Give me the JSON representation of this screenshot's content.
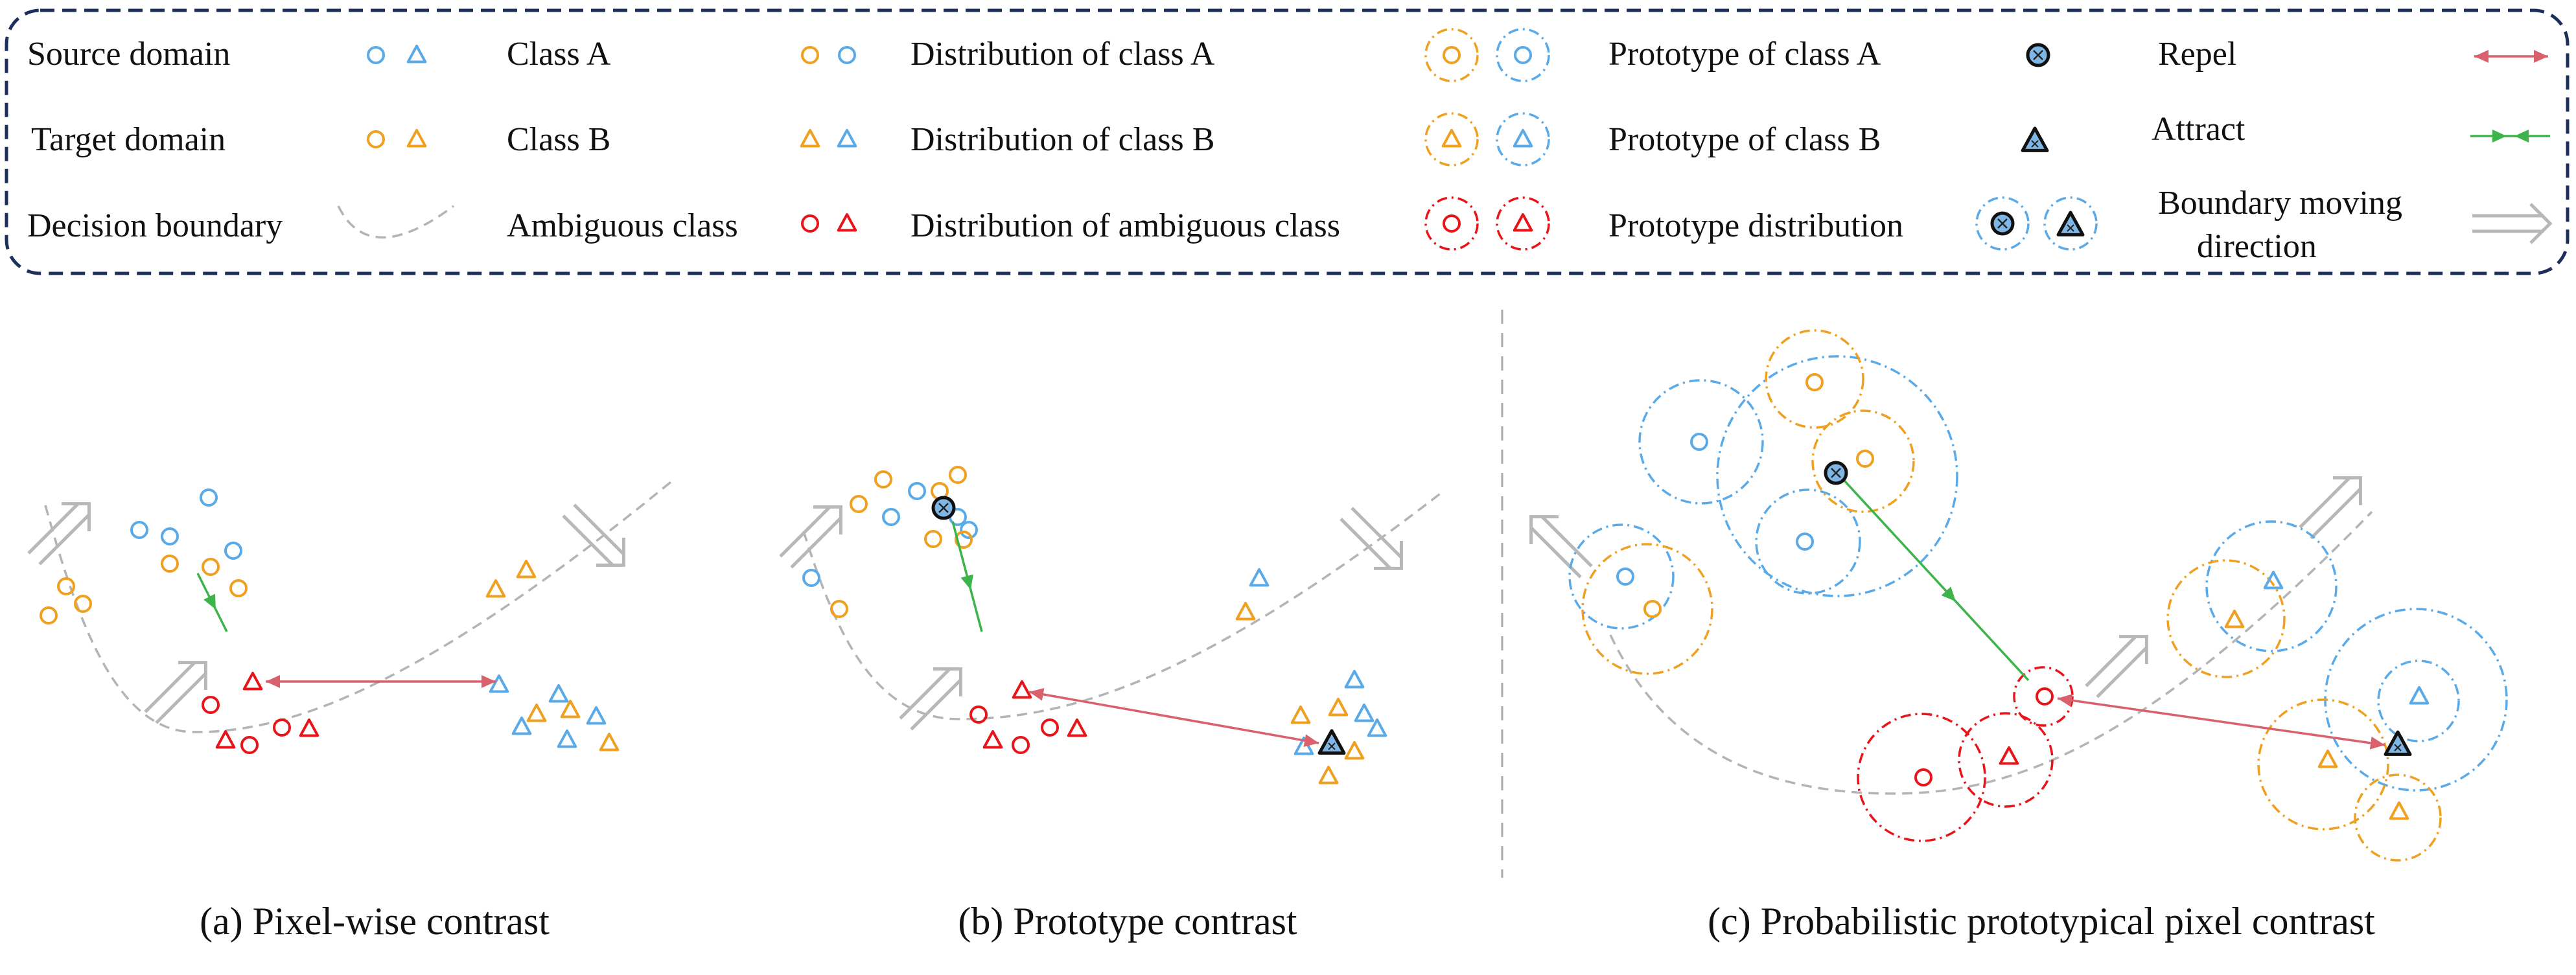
{
  "colors": {
    "source": "#5aaae8",
    "target": "#f0a020",
    "ambiguous": "#e8141a",
    "prototype_fill": "#7fb6e6",
    "repel": "#d9606c",
    "attract": "#3cb44a",
    "boundary": "#b4b4b4",
    "frame": "#1c2f5a"
  },
  "legend": {
    "source_domain": "Source domain",
    "target_domain": "Target domain",
    "decision_boundary": "Decision boundary",
    "class_a": "Class A",
    "class_b": "Class B",
    "ambiguous_class": "Ambiguous class",
    "dist_class_a": "Distribution of class A",
    "dist_class_b": "Distribution of class B",
    "dist_ambiguous": "Distribution of ambiguous class",
    "proto_class_a": "Prototype of class A",
    "proto_class_b": "Prototype of class B",
    "proto_distribution": "Prototype distribution",
    "repel": "Repel",
    "attract": "Attract",
    "boundary_moving_1": "Boundary moving",
    "boundary_moving_2": "direction"
  },
  "captions": {
    "a": "(a) Pixel-wise contrast",
    "b": "(b) Prototype contrast",
    "c": "(c) Probabilistic prototypical pixel contrast"
  }
}
